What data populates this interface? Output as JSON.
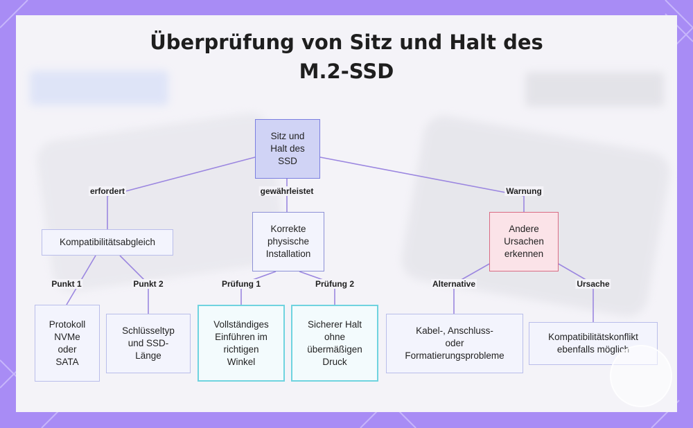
{
  "title": [
    "Überprüfung von Sitz und Halt des",
    "M.2-SSD"
  ],
  "nodes": {
    "root": "Sitz und\nHalt des\nSSD",
    "kompat": "Kompatibilitätsabgleich",
    "korrekt": "Korrekte\nphysische\nInstallation",
    "andere": "Andere\nUrsachen\nerkennen",
    "protokoll": "Protokoll\nNVMe\noder\nSATA",
    "schluessel": "Schlüsseltyp\nund SSD-\nLänge",
    "vollstaendig": "Vollständiges\nEinführen im\nrichtigen\nWinkel",
    "sicher": "Sicherer Halt\nohne\nübermäßigen\nDruck",
    "kabel": "Kabel-, Anschluss-\noder\nFormatierungsprobleme",
    "konflikt": "Kompatibilitätskonflikt\nebenfalls möglich"
  },
  "edge_labels": {
    "erfordert": "erfordert",
    "gewaehrleistet": "gewährleistet",
    "warnung": "Warnung",
    "punkt1": "Punkt 1",
    "punkt2": "Punkt 2",
    "pruefung1": "Prüfung 1",
    "pruefung2": "Prüfung 2",
    "alternative": "Alternative",
    "ursache": "Ursache"
  },
  "colors": {
    "frame": "#a88cf5",
    "edge": "#9b86e0",
    "root_fill": "#d0d3f5",
    "warning_border": "#d96b83",
    "check_border": "#6fd3df"
  }
}
